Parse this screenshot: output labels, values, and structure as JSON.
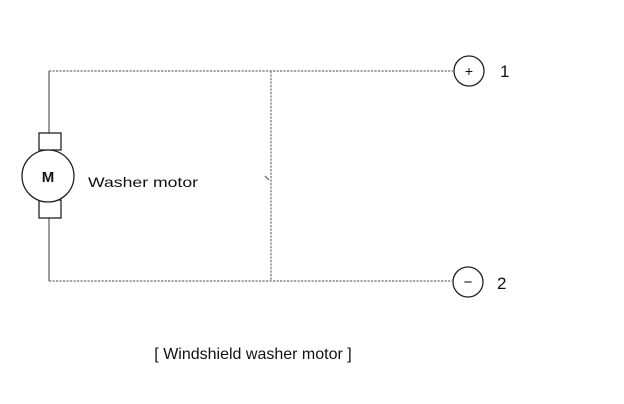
{
  "diagram": {
    "motor_symbol": "M",
    "motor_label": "Washer motor",
    "positive_terminal": {
      "symbol": "+",
      "number": "1"
    },
    "negative_terminal": {
      "symbol": "−",
      "number": "2"
    },
    "caption": "[ Windshield washer motor ]"
  },
  "colors": {
    "wire": "#6e6e6e",
    "stroke": "#222222",
    "text": "#111111",
    "background": "#ffffff"
  }
}
